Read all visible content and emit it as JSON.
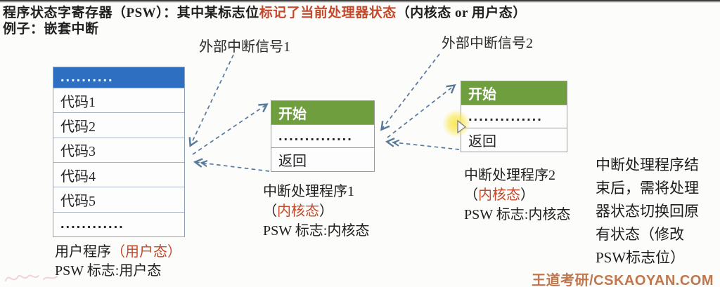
{
  "slide": {
    "title_line1": {
      "part1": "程序状态字寄存器（PSW）：其中某标志位",
      "part2_highlight": "标记了当前处理器状态",
      "part3": "（内核态 or 用户态）"
    },
    "title_line2": "例子：嵌套中断"
  },
  "signals": {
    "signal1_label": "外部中断信号1",
    "signal2_label": "外部中断信号2"
  },
  "user_program_table": {
    "header_dots": "..........",
    "rows": [
      "代码1",
      "代码2",
      "代码3",
      "代码4",
      "代码5",
      "............"
    ],
    "caption_line1_prefix": "用户程序",
    "caption_line1_highlight": "（用户态）",
    "caption_line2": "PSW 标志:用户态"
  },
  "handler1_table": {
    "header": "开始",
    "dots_row": "..............",
    "return_row": "返回",
    "caption_line1": "中断处理程序1",
    "caption_line2_open": "（",
    "caption_line2_highlight": "内核态",
    "caption_line2_close": "）",
    "caption_line3": "PSW 标志:内核态"
  },
  "handler2_table": {
    "header": "开始",
    "dots_row": "..............",
    "return_row": "返回",
    "caption_line1": "中断处理程序2",
    "caption_line2_open": "（",
    "caption_line2_highlight": "内核态",
    "caption_line2_close": "）",
    "caption_line3": "PSW 标志:内核态"
  },
  "note": {
    "lines": [
      "中断处理程序结",
      "束后，需将处理",
      "器状态切换回原",
      "有状态（修改",
      "PSW标志位）"
    ]
  },
  "watermark": "王道考研/CSKAOYAN.COM",
  "colors": {
    "accent_red": "#c4492b",
    "table_header_blue": "#2e6fc1",
    "table_header_green": "#6f9e3e",
    "arrow_blue": "#56799c",
    "watermark_orange": "#c1764b",
    "cursor_highlight_yellow": "#f9e648"
  }
}
